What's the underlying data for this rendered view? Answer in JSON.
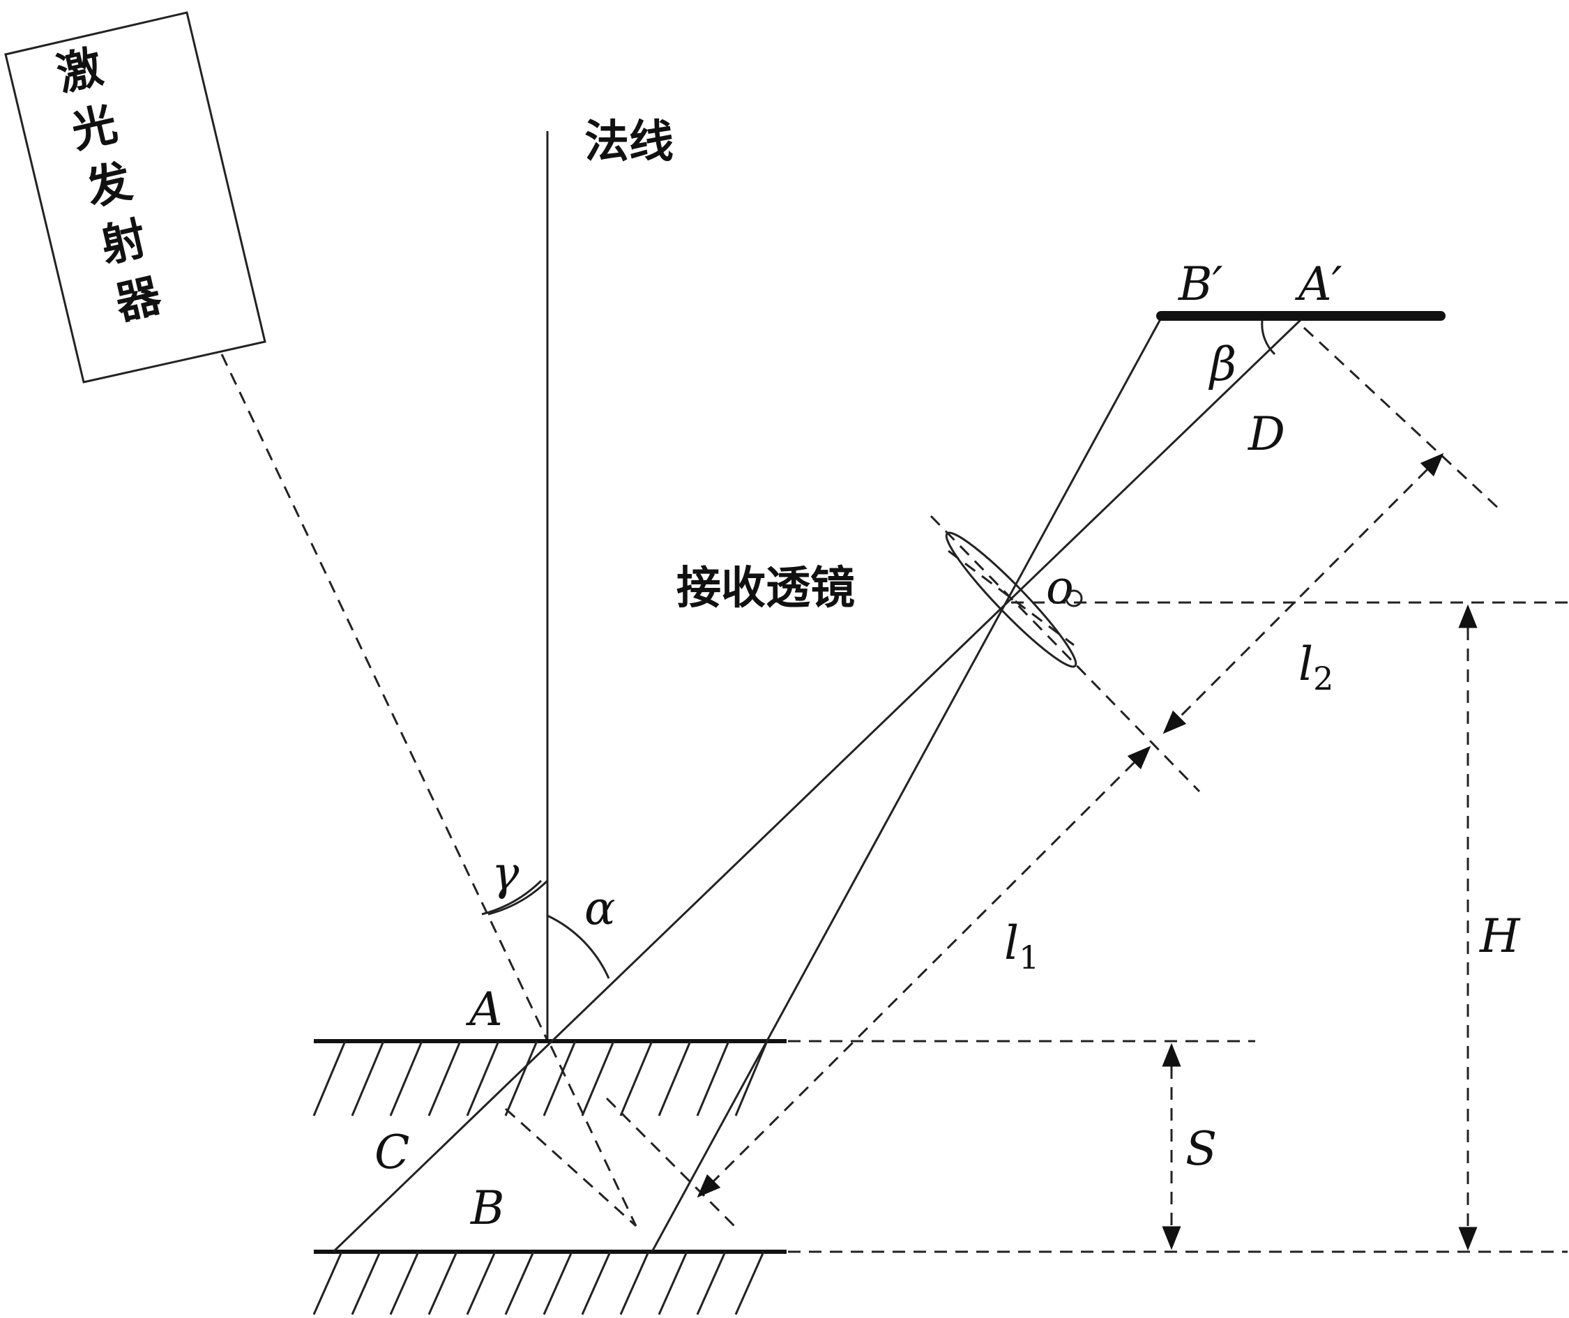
{
  "labels": {
    "laser": [
      "激",
      "光",
      "发",
      "射",
      "器"
    ],
    "normal": "法线",
    "lens": "接收透镜",
    "point_A": "A",
    "point_B": "B",
    "point_C": "C",
    "point_D": "D",
    "point_O": "o",
    "point_A_prime": "A′",
    "point_B_prime": "B′",
    "angle_gamma": "γ",
    "angle_alpha": "α",
    "angle_beta": "β",
    "l1_base": "l",
    "l1_sub": "1",
    "l2_base": "l",
    "l2_sub": "2",
    "dim_H": "H",
    "dim_S": "S"
  }
}
